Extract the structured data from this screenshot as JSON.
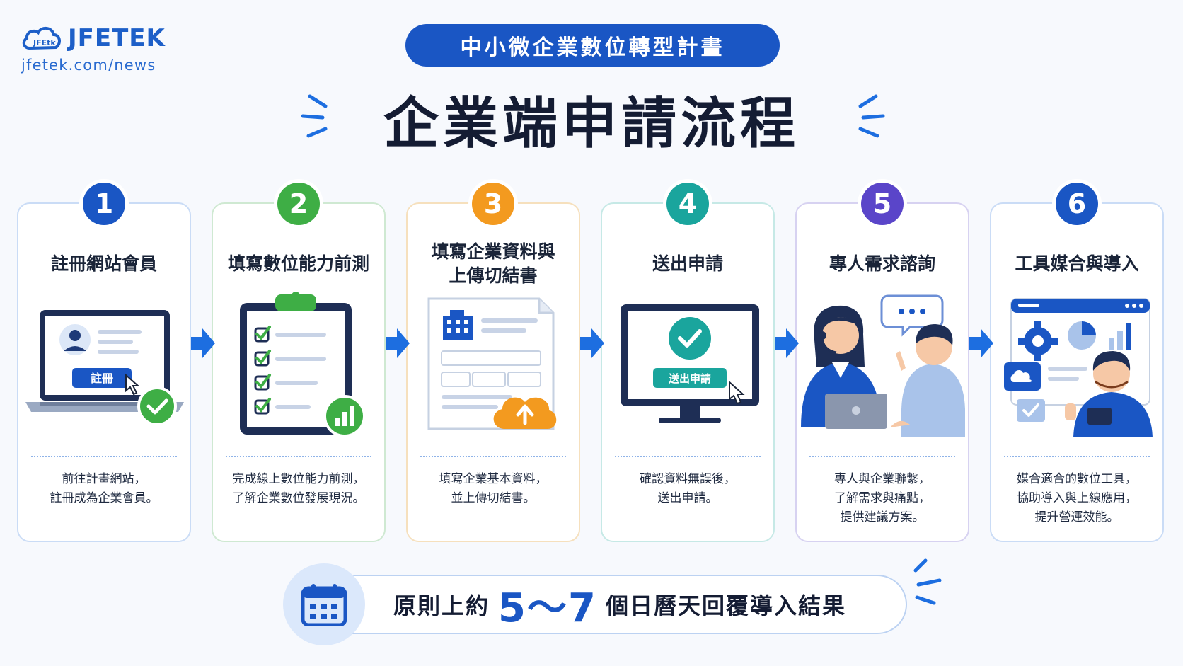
{
  "brand": {
    "name": "JFETEK",
    "url": "jfetek.com/news",
    "logo_text": "JFEtk"
  },
  "program": "中小微企業數位轉型計畫",
  "title": "企業端申請流程",
  "colors": {
    "primary": "#1a56c4",
    "green": "#3eae45",
    "orange": "#f39a1f",
    "teal": "#1aa59d",
    "purple": "#5a45c9"
  },
  "steps": [
    {
      "number": "1",
      "title_lines": [
        "註冊網站會員"
      ],
      "desc_lines": [
        "前往計畫網站，",
        "註冊成為企業會員。"
      ],
      "illustration": "laptop-register",
      "screen_button": "註冊",
      "color": "#1a56c4",
      "border": "#cadcf6"
    },
    {
      "number": "2",
      "title_lines": [
        "填寫數位能力前測"
      ],
      "desc_lines": [
        "完成線上數位能力前測，",
        "了解企業數位發展現況。"
      ],
      "illustration": "checklist-clipboard",
      "color": "#3eae45",
      "border": "#cfe9d2"
    },
    {
      "number": "3",
      "title_lines": [
        "填寫企業資料與",
        "上傳切結書"
      ],
      "desc_lines": [
        "填寫企業基本資料，",
        "並上傳切結書。"
      ],
      "illustration": "document-upload",
      "color": "#f39a1f",
      "border": "#f6e0bd"
    },
    {
      "number": "4",
      "title_lines": [
        "送出申請"
      ],
      "desc_lines": [
        "確認資料無誤後，",
        "送出申請。"
      ],
      "illustration": "monitor-submit",
      "screen_button": "送出申請",
      "color": "#1aa59d",
      "border": "#c6e9e6"
    },
    {
      "number": "5",
      "title_lines": [
        "專人需求諮詢"
      ],
      "desc_lines": [
        "專人與企業聯繫，",
        "了解需求與痛點，",
        "提供建議方案。"
      ],
      "illustration": "consultation",
      "color": "#5a45c9",
      "border": "#d7d2f1"
    },
    {
      "number": "6",
      "title_lines": [
        "工具媒合與導入"
      ],
      "desc_lines": [
        "媒合適合的數位工具，",
        "協助導入與上線應用，",
        "提升營運效能。"
      ],
      "illustration": "tools-dashboard",
      "color": "#1a56c4",
      "border": "#cadcf6"
    }
  ],
  "footer": {
    "prefix": "原則上約",
    "days": "5～7",
    "suffix": "個日曆天回覆導入結果",
    "icon": "calendar-icon"
  }
}
